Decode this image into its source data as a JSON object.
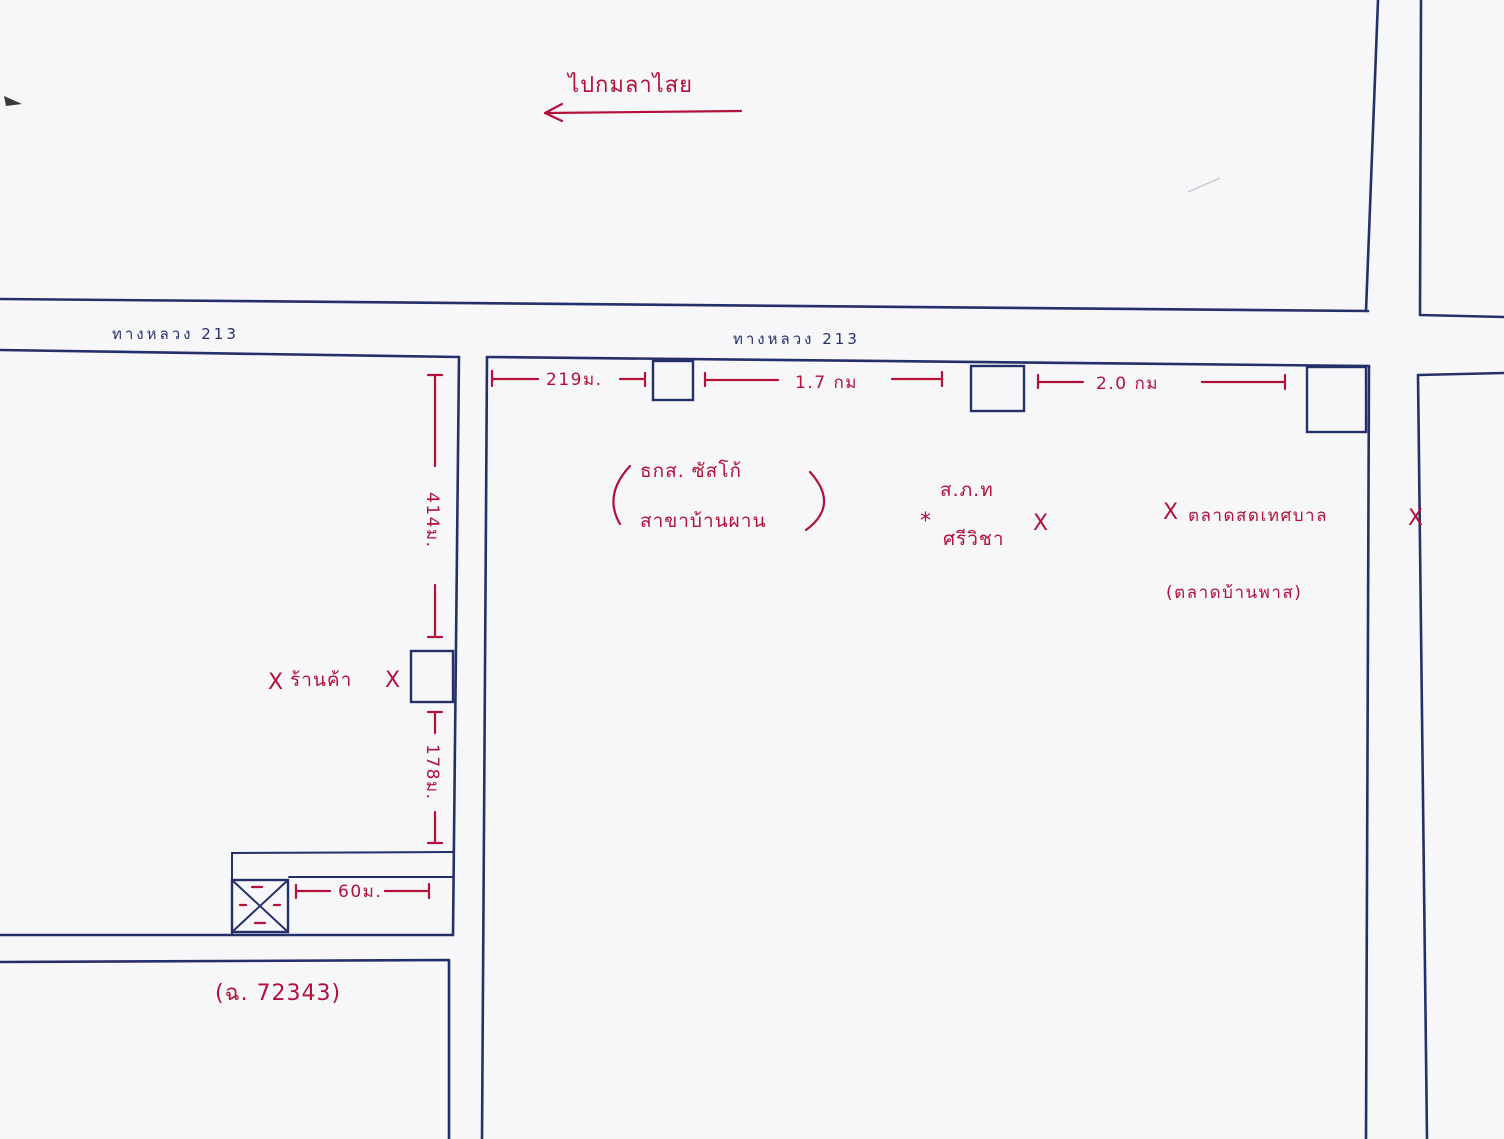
{
  "direction": {
    "label": "ไปกมลาไสย"
  },
  "roads": {
    "highway_west": "ทางหลวง 213",
    "highway_east": "ทางหลวง 213"
  },
  "distances": {
    "d_219": "219ม.",
    "d_17": "1.7 กม",
    "d_20": "2.0 กม",
    "d_414": "414ม.",
    "d_178": "178ม.",
    "d_60": "60ม."
  },
  "landmarks": {
    "bank_line1": "ธกส. ซัสโก้",
    "bank_line2": "สาขาบ้านผาน",
    "police_line1": "ส.ภ.ท",
    "police_line2": "ศรีวิชา",
    "market_line1": "ตลาดสดเทศบาล",
    "market_line2": "(ตลาดบ้านพาส)",
    "shop": "ร้านค้า",
    "land_deed": "(ฉ. 72343)"
  },
  "markers": {
    "x": "X",
    "star": "*"
  }
}
